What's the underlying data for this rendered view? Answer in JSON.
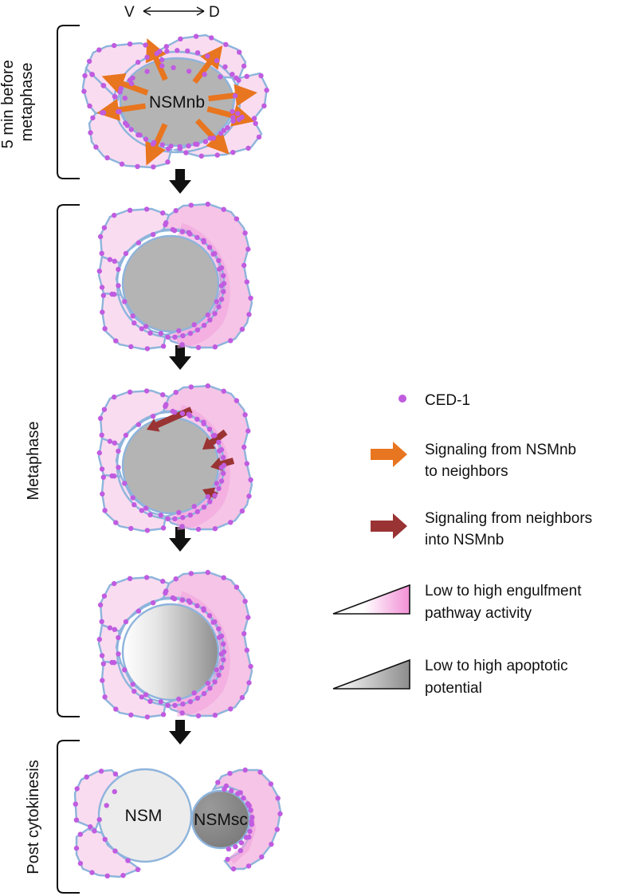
{
  "axis": {
    "left": "V",
    "right": "D"
  },
  "stages": [
    {
      "label_lines": [
        "5 min before",
        "metaphase"
      ]
    },
    {
      "label_lines": [
        "Metaphase"
      ]
    },
    {
      "label_lines": [
        "Post cytokinesis"
      ]
    }
  ],
  "cells": {
    "nb": "NSMnb",
    "nsm": "NSM",
    "nsmsc": "NSMsc"
  },
  "legend": [
    {
      "icon": "purple-dot-icon",
      "lines": [
        "CED-1"
      ]
    },
    {
      "icon": "orange-arrow-icon",
      "lines": [
        "Signaling from NSMnb",
        "to neighbors"
      ]
    },
    {
      "icon": "red-arrow-icon",
      "lines": [
        "Signaling from neighbors",
        "into NSMnb"
      ]
    },
    {
      "icon": "pink-gradient-wedge-icon",
      "lines": [
        "Low to high engulfment",
        "pathway activity"
      ]
    },
    {
      "icon": "gray-gradient-wedge-icon",
      "lines": [
        "Low to high apoptotic",
        "potential"
      ]
    }
  ],
  "colors": {
    "outline": "#8eb4dc",
    "light_pink": "#fadcf0",
    "mid_pink": "#f6c4e6",
    "hot_pink": "#f0a0dc",
    "dot": "#c05ce0",
    "nb_gray": "#b4b4b4",
    "orange": "#e8751f",
    "dark_red": "#9a3333",
    "nsm_fill": "#ececec",
    "nsmsc_fill": "#888888"
  }
}
